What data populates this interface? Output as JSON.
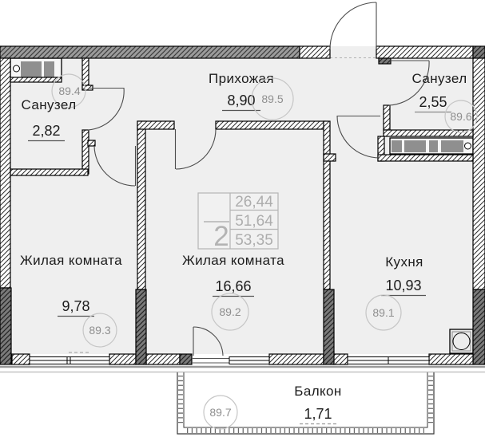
{
  "plan": {
    "rooms": {
      "hallway": {
        "name": "Прихожая",
        "area": "8,90",
        "ref": "89.5"
      },
      "bath_left": {
        "name": "Санузел",
        "area": "2,82",
        "ref": "89.4"
      },
      "bath_right": {
        "name": "Санузел",
        "area": "2,55",
        "ref": "89.6"
      },
      "living_left": {
        "name": "Жилая комната",
        "area": "9,78",
        "ref": "89.3"
      },
      "living_center": {
        "name": "Жилая комната",
        "area": "16,66",
        "ref": "89.2"
      },
      "kitchen": {
        "name": "Кухня",
        "area": "10,93",
        "ref": "89.1"
      },
      "balcony": {
        "name": "Балкон",
        "area": "1,71",
        "ref": "89.7"
      }
    },
    "stamp": {
      "rooms_count": "2",
      "row1": "26,44",
      "row2": "51,64",
      "row3": "53,35"
    },
    "colors": {
      "floor": "#efefef",
      "exterior_wall": "#9c9c9c",
      "pier": "#7a7a7a",
      "annotation": "#8f8f8f"
    }
  }
}
